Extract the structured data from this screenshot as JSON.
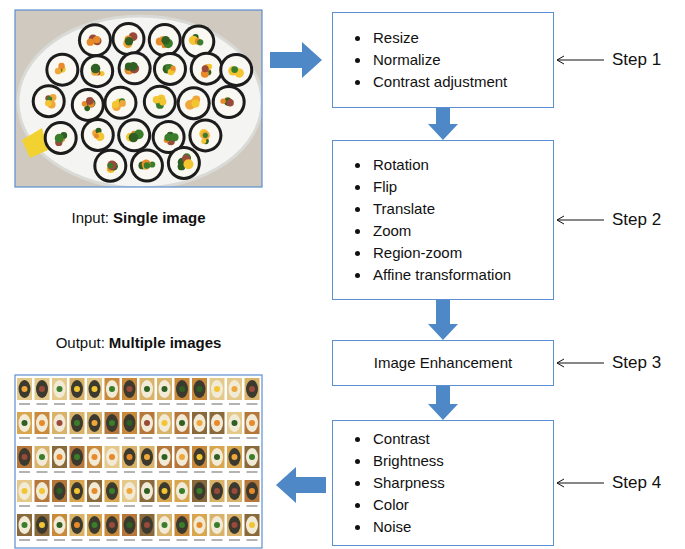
{
  "diagram": {
    "nodes": [
      {
        "text": [
          "Resize",
          "Normalize",
          "Contrast adjustment"
        ]
      },
      {
        "text": [
          "Rotation",
          "Flip",
          "Translate",
          "Zoom",
          "Region-zoom",
          "Affine transformation"
        ]
      },
      {
        "text": [
          "Image Enhancement"
        ]
      },
      {
        "text": [
          "Contrast",
          "Brightness",
          "Sharpness",
          "Color",
          "Noise"
        ]
      }
    ],
    "edges": [
      {
        "from": 0,
        "to": 1,
        "arrow": "to"
      },
      {
        "from": 1,
        "to": 2,
        "arrow": "to"
      },
      {
        "from": 2,
        "to": 3,
        "arrow": "to"
      }
    ],
    "labels": [
      "Input:",
      "Single image",
      "Output:",
      "Multiple images",
      "Step 1",
      "Step 2",
      "Step 3",
      "Step 4"
    ]
  }
}
